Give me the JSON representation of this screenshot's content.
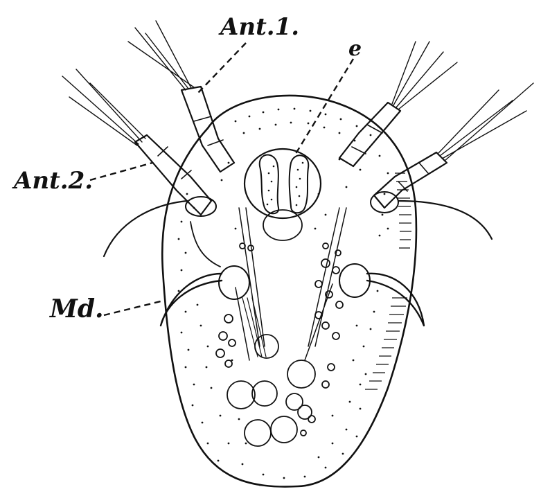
{
  "figure": {
    "labels": {
      "ant1": "Ant.1.",
      "e": "e",
      "ant2": "Ant.2.",
      "md": "Md."
    }
  }
}
